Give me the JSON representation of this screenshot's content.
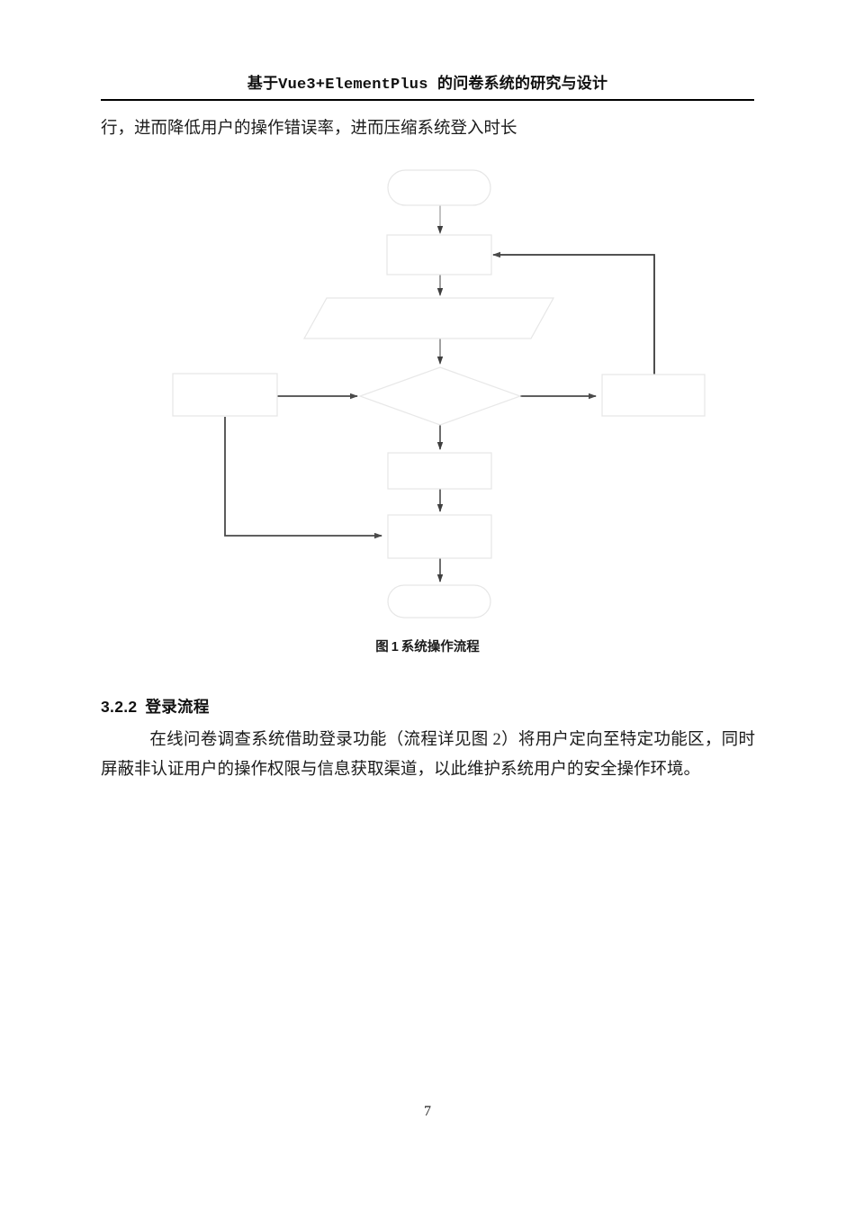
{
  "document": {
    "header_title": "基于Vue3+ElementPlus 的问卷系统的研究与设计",
    "page_number": "7"
  },
  "body": {
    "continued_line": "行，进而降低用户的操作错误率，进而压缩系统登入时长",
    "section_heading": {
      "number": "3.2.2",
      "title": "登录流程"
    },
    "login_paragraph": "在线问卷调查系统借助登录功能（流程详见图 2）将用户定向至特定功能区，同时屏蔽非认证用户的操作权限与信息获取渠道，以此维护系统用户的安全操作环境。"
  },
  "figure": {
    "caption_prefix": "图",
    "caption_number": "1",
    "caption_title": "系统操作流程",
    "colors": {
      "shape_stroke": "#e3e3e3",
      "shape_fill": "#ffffff",
      "connector": "#4a4a4a",
      "thin_connector": "#8a8a8a"
    },
    "nodes": [
      {
        "id": "start",
        "type": "terminator",
        "label": ""
      },
      {
        "id": "process-1",
        "type": "process",
        "label": ""
      },
      {
        "id": "input-1",
        "type": "data",
        "label": ""
      },
      {
        "id": "decision-1",
        "type": "decision",
        "label": ""
      },
      {
        "id": "left-box",
        "type": "process",
        "label": ""
      },
      {
        "id": "right-box",
        "type": "process",
        "label": ""
      },
      {
        "id": "process-2",
        "type": "process",
        "label": ""
      },
      {
        "id": "process-3",
        "type": "process",
        "label": ""
      },
      {
        "id": "end",
        "type": "terminator",
        "label": ""
      }
    ],
    "edges": [
      {
        "from": "start",
        "to": "process-1",
        "label": ""
      },
      {
        "from": "process-1",
        "to": "input-1",
        "label": ""
      },
      {
        "from": "input-1",
        "to": "decision-1",
        "label": ""
      },
      {
        "from": "left-box",
        "to": "decision-1",
        "label": ""
      },
      {
        "from": "decision-1",
        "to": "right-box",
        "label": ""
      },
      {
        "from": "right-box",
        "to": "process-1",
        "label": ""
      },
      {
        "from": "decision-1",
        "to": "process-2",
        "label": ""
      },
      {
        "from": "process-2",
        "to": "process-3",
        "label": ""
      },
      {
        "from": "left-box",
        "to": "process-3",
        "label": ""
      },
      {
        "from": "process-3",
        "to": "end",
        "label": ""
      }
    ]
  }
}
